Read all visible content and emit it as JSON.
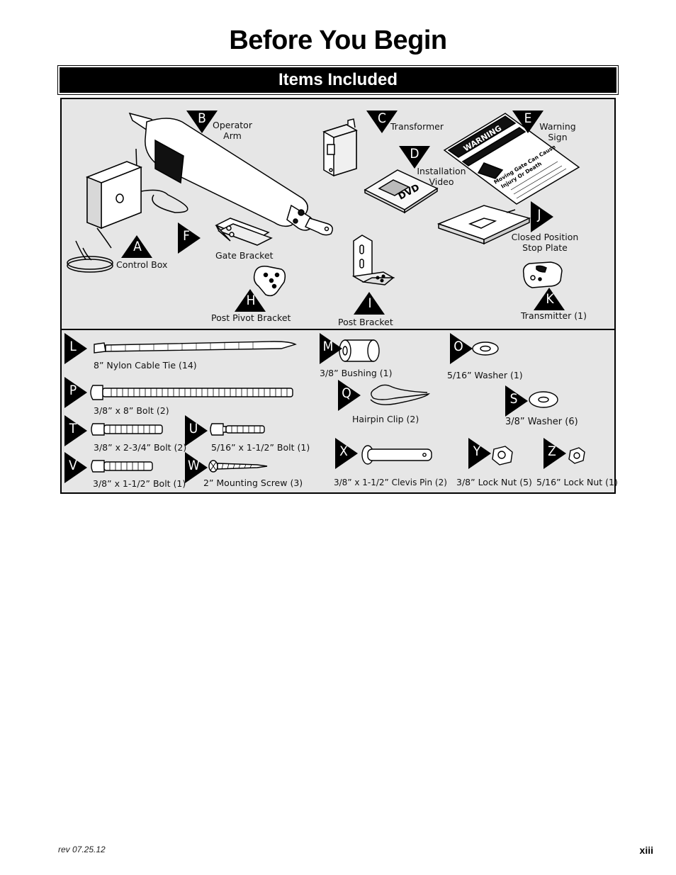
{
  "page": {
    "title": "Before You Begin",
    "section_title": "Items  Included",
    "footer_rev": "rev 07.25.12",
    "page_number": "xiii"
  },
  "items": {
    "A": {
      "letter": "A",
      "label": "Control Box"
    },
    "B": {
      "letter": "B",
      "label_line1": "Operator",
      "label_line2": "Arm"
    },
    "C": {
      "letter": "C",
      "label": "Transformer"
    },
    "D": {
      "letter": "D",
      "label_line1": "Installation",
      "label_line2": "Video"
    },
    "E": {
      "letter": "E",
      "label_line1": "Warning",
      "label_line2": "Sign"
    },
    "F": {
      "letter": "F",
      "label": "Gate Bracket"
    },
    "H": {
      "letter": "H",
      "label": "Post Pivot Bracket"
    },
    "I": {
      "letter": "I",
      "label": "Post Bracket"
    },
    "J": {
      "letter": "J",
      "label_line1": "Closed Position",
      "label_line2": "Stop Plate"
    },
    "K": {
      "letter": "K",
      "label": "Transmitter (1)"
    },
    "L": {
      "letter": "L",
      "label": "8” Nylon Cable Tie (14)"
    },
    "M": {
      "letter": "M",
      "label": "3/8” Bushing (1)"
    },
    "O": {
      "letter": "O",
      "label": "5/16” Washer (1)"
    },
    "P": {
      "letter": "P",
      "label": "3/8” x 8” Bolt (2)"
    },
    "Q": {
      "letter": "Q",
      "label": "Hairpin Clip (2)"
    },
    "S": {
      "letter": "S",
      "label": "3/8” Washer (6)"
    },
    "T": {
      "letter": "T",
      "label": "3/8” x 2-3/4” Bolt (2)"
    },
    "U": {
      "letter": "U",
      "label": "5/16” x 1-1/2” Bolt (1)"
    },
    "V": {
      "letter": "V",
      "label": "3/8” x 1-1/2” Bolt (1)"
    },
    "W": {
      "letter": "W",
      "label": "2” Mounting Screw (3)"
    },
    "X": {
      "letter": "X",
      "label": "3/8” x 1-1/2” Clevis Pin (2)"
    },
    "Y": {
      "letter": "Y",
      "label": "3/8” Lock Nut (5)"
    },
    "Z": {
      "letter": "Z",
      "label": "5/16” Lock Nut (1)"
    }
  },
  "art_text": {
    "dvd": "DVD",
    "warning": "WARNING",
    "warning_line1": "Moving Gate Can Cause",
    "warning_line2": "Injury Or Death"
  }
}
